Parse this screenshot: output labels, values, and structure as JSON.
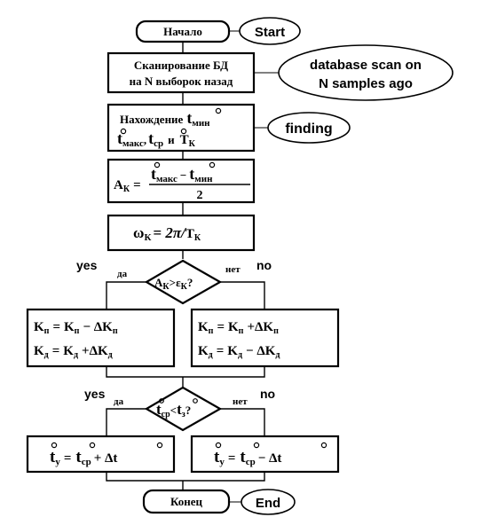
{
  "start_block": {
    "label": "Начало",
    "note": "Start"
  },
  "scan_block": {
    "line1": "Сканирование БД",
    "line2": "на N выборок назад",
    "note_line1": "database scan on",
    "note_line2": "N samples ago"
  },
  "find_block": {
    "line1_prefix": "Нахождение",
    "line1_sym": "t",
    "line1_sub": "мин",
    "line2_sym1": "t",
    "line2_sub1": "макс",
    "line2_sep": ",",
    "line2_sym2": "t",
    "line2_sub2": "ср",
    "line2_and": "и",
    "line2_sym3": "T",
    "line2_sub3": "К",
    "note": "finding"
  },
  "amp_block": {
    "lhs": "A",
    "lhs_sub": "К",
    "eq": "=",
    "num_t1": "t",
    "num_sub1": "макс",
    "num_minus": "−",
    "num_t2": "t",
    "num_sub2": "мин",
    "den": "2"
  },
  "omega_block": {
    "lhs": "ω",
    "lhs_sub": "К",
    "rhs": "= 2π/",
    "rhs_t": "T",
    "rhs_sub": "К"
  },
  "decision1": {
    "lhs": "A",
    "lhs_sub": "К",
    "op": ">",
    "rhs": "ε",
    "rhs_sub": "К",
    "q": "?",
    "yes_en": "yes",
    "yes_ru": "да",
    "no_ru": "нет",
    "no_en": "no"
  },
  "left_block1": {
    "r1_a": "K",
    "r1_a_sub": "п",
    "r1_eq": "=",
    "r1_b": "K",
    "r1_b_sub": "п",
    "r1_op": "− ΔK",
    "r1_op_sub": "п",
    "r2_a": "K",
    "r2_a_sub": "д",
    "r2_eq": "=",
    "r2_b": "K",
    "r2_b_sub": "д",
    "r2_op": "+ΔK",
    "r2_op_sub": "д"
  },
  "right_block1": {
    "r1_a": "K",
    "r1_a_sub": "п",
    "r1_eq": "=",
    "r1_b": "K",
    "r1_b_sub": "п",
    "r1_op": "+ΔK",
    "r1_op_sub": "п",
    "r2_a": "K",
    "r2_a_sub": "д",
    "r2_eq": "=",
    "r2_b": "K",
    "r2_b_sub": "д",
    "r2_op": "− ΔK",
    "r2_op_sub": "д"
  },
  "decision2": {
    "lhs": "t",
    "lhs_sub": "ср",
    "op": "<",
    "rhs": "t",
    "rhs_sub": "з",
    "q": "?",
    "yes_en": "yes",
    "yes_ru": "да",
    "no_ru": "нет",
    "no_en": "no"
  },
  "left_block2": {
    "a": "t",
    "a_sub": "у",
    "eq": "=",
    "b": "t",
    "b_sub": "ср",
    "op": "+ Δt"
  },
  "right_block2": {
    "a": "t",
    "a_sub": "у",
    "eq": "=",
    "b": "t",
    "b_sub": "ср",
    "op": "− Δt"
  },
  "end_block": {
    "label": "Конец",
    "note": "End"
  }
}
